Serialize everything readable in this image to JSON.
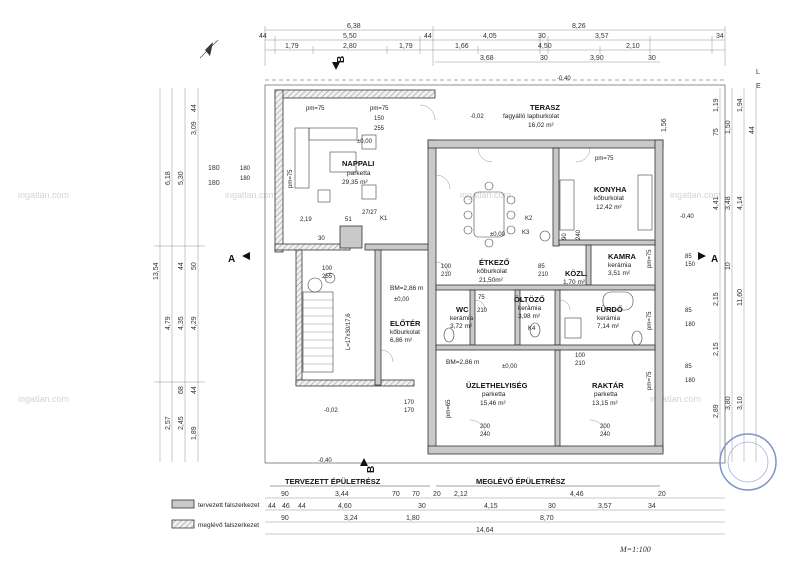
{
  "dims": {
    "top": {
      "r1": [
        "6,38",
        "8,26"
      ],
      "r2": [
        "44",
        "5,50",
        "44",
        "4,05",
        "30",
        "3,57",
        "34"
      ],
      "r3": [
        "1,79",
        "2,80",
        "1,79",
        "1,66",
        "4,50",
        "2,10"
      ],
      "r4": [
        "3,68",
        "30",
        "3,90",
        "30"
      ]
    },
    "bottom": {
      "r1": [
        "90",
        "3,44",
        "70",
        "70",
        "20",
        "2,12",
        "4,46",
        "20"
      ],
      "r2": [
        "44",
        "46",
        "44",
        "4,60",
        "30",
        "4,15",
        "30",
        "3,57",
        "34"
      ],
      "r3": [
        "90",
        "3,24",
        "1,80",
        "8,70"
      ],
      "r4": [
        "14,64"
      ]
    },
    "left": [
      "13,54",
      "6,18",
      "5,30",
      "3,09",
      "180",
      "180",
      "4,79",
      "4,35",
      "4,29",
      "2,57",
      "2,45",
      "1,89",
      "44",
      "50",
      "44",
      "44",
      "68"
    ],
    "right": [
      "1,19",
      "1,94",
      "1,50",
      "44",
      "75",
      "1,56",
      "4,41",
      "3,48",
      "4,14",
      "10",
      "2,15",
      "2,15",
      "11,60",
      "2,89",
      "3,80",
      "3,10"
    ]
  },
  "rooms": {
    "nappali": {
      "name": "NAPPALI",
      "floor": "parketta",
      "area": "29,35 m²"
    },
    "terasz": {
      "name": "TERASZ",
      "floor": "fagyálló lapburkolat",
      "area": "16,02 m²"
    },
    "konyha": {
      "name": "KONYHA",
      "floor": "kőburkolat",
      "area": "12,42 m²"
    },
    "etkezo": {
      "name": "ÉTKEZŐ",
      "floor": "kőburkolat",
      "area": "21,50m²"
    },
    "kamra": {
      "name": "KAMRA",
      "floor": "kerámia",
      "area": "3,51 m²"
    },
    "kozl": {
      "name": "KÖZL.",
      "area": "1,70 m²"
    },
    "wc": {
      "name": "WC",
      "floor": "kerámia",
      "area": "3,72 m²"
    },
    "oltozo": {
      "name": "ÖLTÖZŐ",
      "floor": "kerámia",
      "area": "3,98 m²"
    },
    "furdo": {
      "name": "FÜRDŐ",
      "floor": "kerámia",
      "area": "7,14 m²"
    },
    "eloter": {
      "name": "ELŐTÉR",
      "floor": "kőburkolat",
      "area": "6,86 m²"
    },
    "uzlet": {
      "name": "ÜZLETHELYISÉG",
      "floor": "parketta",
      "area": "15,46 m²"
    },
    "raktar": {
      "name": "RAKTÁR",
      "floor": "parketta",
      "area": "13,15 m²"
    }
  },
  "labels": {
    "pm75": "pm=75",
    "pm65": "pm=65",
    "zero": "±0,00",
    "m002": "-0,02",
    "m040": "-0,40",
    "bm": "BM=2,86 m",
    "lep": "L=17x30/17,6",
    "k1": "K1",
    "k2": "K2",
    "k3": "K3",
    "k4": "K4",
    "v100": "100",
    "v210": "210",
    "v255": "255",
    "v150": "150",
    "v180": "180",
    "v85": "85",
    "v75": "75",
    "v240": "240",
    "v200": "200",
    "v170": "170",
    "v51": "51",
    "v219": "2,19",
    "v2727": "27/27",
    "v30": "30",
    "v90": "90"
  },
  "sections": {
    "a": "A",
    "b": "B"
  },
  "part_labels": {
    "planned": "TERVEZETT ÉPÜLETRÉSZ",
    "existing": "MEGLÉVŐ ÉPÜLETRÉSZ"
  },
  "legend": {
    "planned": "tervezett falszerkezet",
    "existing": "meglévő falszerkezet"
  },
  "watermark": "ingatlan.com",
  "handwriting": "M=1:100",
  "corner": [
    "L",
    "E"
  ]
}
